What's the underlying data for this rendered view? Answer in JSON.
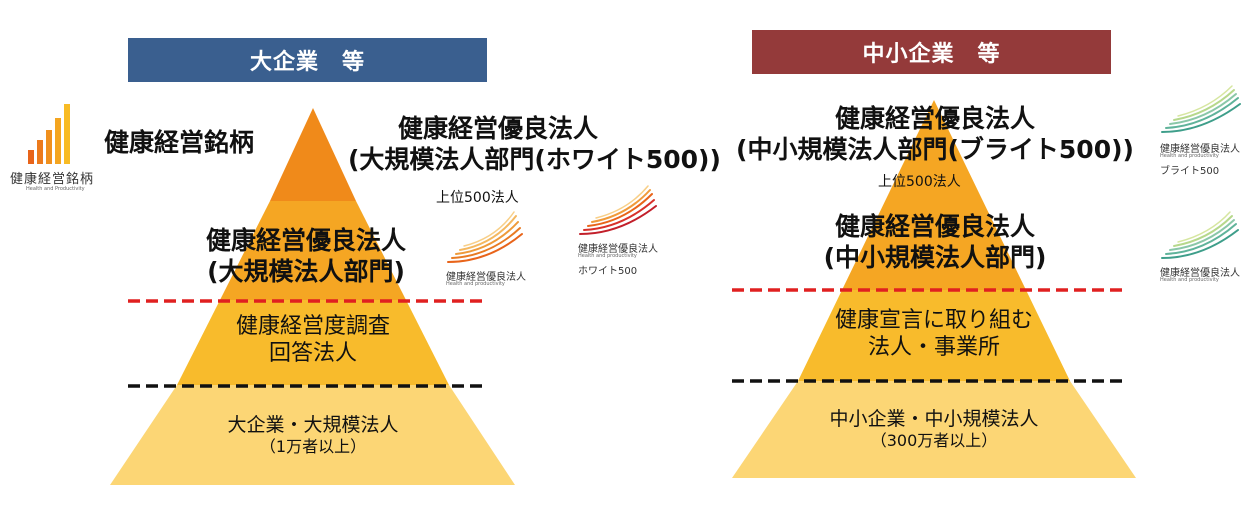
{
  "headers": {
    "left": "大企業　等",
    "right": "中小企業　等"
  },
  "colors": {
    "left_header": "#3a5f8f",
    "right_header": "#943a3a",
    "tier_top": "#f08a1a",
    "tier_upper": "#f5a623",
    "tier_mid": "#f8bb2c",
    "tier_base": "#fcd675",
    "red_dash": "#e02020",
    "black_dash": "#111111"
  },
  "left": {
    "brand_label": "健康経営銘柄",
    "white500_line1": "健康経営優良法人",
    "white500_line2": "(大規模法人部門(ホワイト500))",
    "top500_note": "上位500法人",
    "certified_line1": "健康経営優良法人",
    "certified_line2": "(大規模法人部門)",
    "survey_line1": "健康経営度調査",
    "survey_line2": "回答法人",
    "base_line1": "大企業・大規模法人",
    "base_line2": "（1万者以上）"
  },
  "right": {
    "bright500_line1": "健康経営優良法人",
    "bright500_line2": "(中小規模法人部門(ブライト500))",
    "top500_note": "上位500法人",
    "certified_line1": "健康経営優良法人",
    "certified_line2": "(中小規模法人部門)",
    "declare_line1": "健康宣言に取り組む",
    "declare_line2": "法人・事業所",
    "base_line1": "中小企業・中小規模法人",
    "base_line2": "（300万者以上）"
  },
  "logos": {
    "brand": {
      "icon": "bar-chart-logo-icon",
      "caption": "健康経営銘柄",
      "sub": "Health and Productivity"
    },
    "certified_large": {
      "icon": "swoosh-logo-icon",
      "caption": "健康経営優良法人",
      "sub": "Health and productivity"
    },
    "white500": {
      "icon": "swoosh-logo-icon",
      "caption": "健康経営優良法人",
      "sub": "Health and productivity",
      "tag": "ホワイト500"
    },
    "bright500": {
      "icon": "swoosh-logo-icon",
      "caption": "健康経営優良法人",
      "sub": "Health and productivity",
      "tag": "ブライト500"
    },
    "certified_small": {
      "icon": "swoosh-logo-icon",
      "caption": "健康経営優良法人",
      "sub": "Health and productivity"
    }
  }
}
